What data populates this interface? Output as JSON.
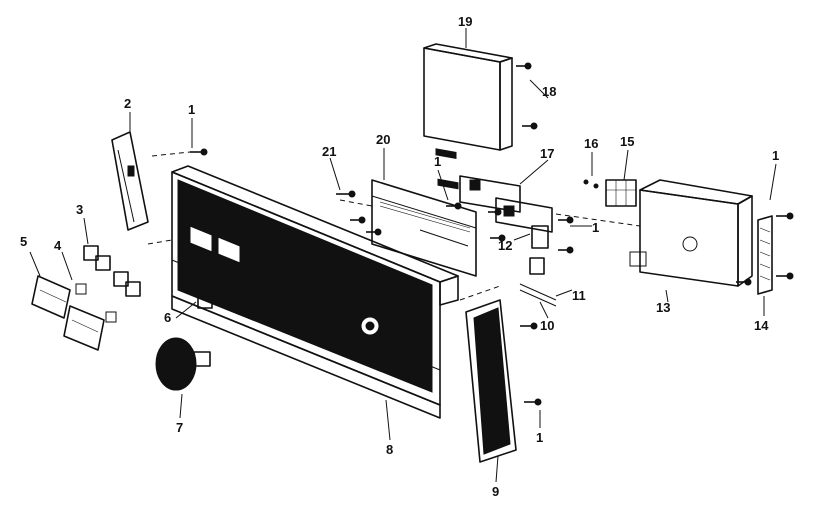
{
  "callouts": {
    "c1a": "1",
    "c1b": "1",
    "c1c": "1",
    "c1d": "1",
    "c1e": "1",
    "c2": "2",
    "c3": "3",
    "c4": "4",
    "c5": "5",
    "c6": "6",
    "c7": "7",
    "c8": "8",
    "c9": "9",
    "c10": "10",
    "c11": "11",
    "c12": "12",
    "c13": "13",
    "c14": "14",
    "c15": "15",
    "c16": "16",
    "c17": "17",
    "c18": "18",
    "c19": "19",
    "c20": "20",
    "c21": "21"
  },
  "colors": {
    "ink": "#111111",
    "paper": "#ffffff"
  }
}
